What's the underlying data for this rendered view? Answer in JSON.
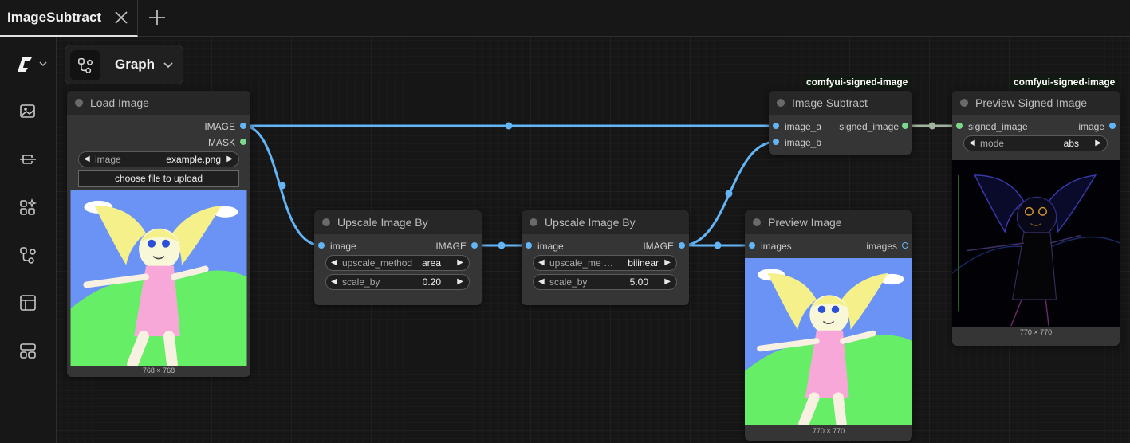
{
  "tabs": [
    {
      "label": "ImageSubtract"
    }
  ],
  "graph_switcher": {
    "label": "Graph"
  },
  "colors": {
    "accent_wire": "#64b5f6",
    "signed_wire": "#a0b4a0",
    "image_slot": "#64b5f6",
    "mask_slot": "#7cd88a"
  },
  "nodes": {
    "load_image": {
      "title": "Load Image",
      "outputs": [
        "IMAGE",
        "MASK"
      ],
      "image_widget": {
        "name": "image",
        "value": "example.png"
      },
      "upload_label": "choose file to upload",
      "dims": "768 × 768"
    },
    "upscale1": {
      "title": "Upscale Image By",
      "input": "image",
      "output": "IMAGE",
      "method": {
        "name": "upscale_method",
        "value": "area"
      },
      "scale": {
        "name": "scale_by",
        "value": "0.20"
      }
    },
    "upscale2": {
      "title": "Upscale Image By",
      "input": "image",
      "output": "IMAGE",
      "method": {
        "name": "upscale_me …",
        "value": "bilinear"
      },
      "scale": {
        "name": "scale_by",
        "value": "5.00"
      }
    },
    "image_subtract": {
      "badge": "comfyui-signed-image",
      "title": "Image Subtract",
      "inputs": [
        "image_a",
        "image_b"
      ],
      "output": "signed_image"
    },
    "preview_image": {
      "title": "Preview Image",
      "input": "images",
      "output": "images",
      "dims": "770 × 770"
    },
    "preview_signed": {
      "badge": "comfyui-signed-image",
      "title": "Preview Signed Image",
      "input": "signed_image",
      "output": "image",
      "mode": {
        "name": "mode",
        "value": "abs"
      },
      "dims": "770 × 770"
    }
  },
  "sidebar_icons": [
    "comfy-logo-icon",
    "images-icon",
    "model-library-icon",
    "node-library-icon",
    "workflows-icon",
    "templates-icon",
    "queue-icon"
  ]
}
